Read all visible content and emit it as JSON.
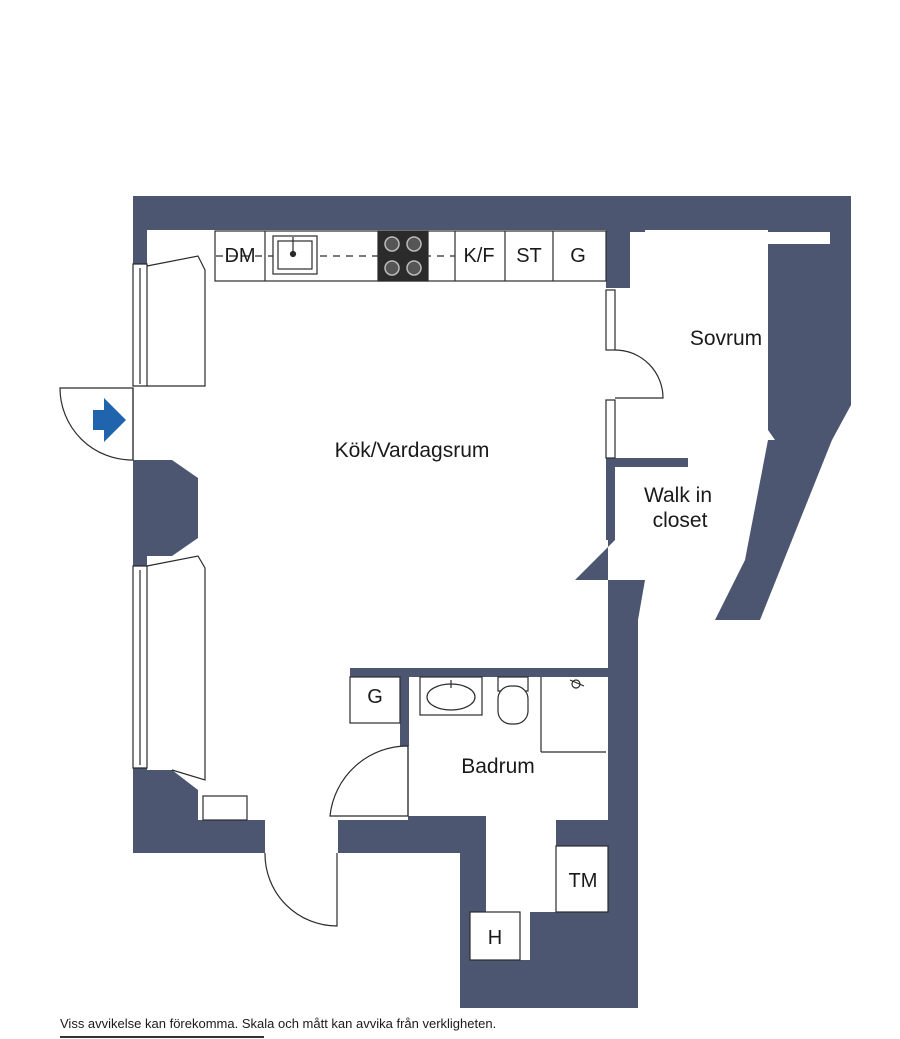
{
  "colors": {
    "wall": "#4d5670",
    "line": "#2b2b2b",
    "entrance_arrow": "#1f64ad",
    "background": "#ffffff"
  },
  "rooms": {
    "living": "Kök/Vardagsrum",
    "bedroom": "Sovrum",
    "closet_line1": "Walk in",
    "closet_line2": "closet",
    "bathroom": "Badrum"
  },
  "fixtures": {
    "dishwasher": "DM",
    "fridge_freezer": "K/F",
    "closet_st": "ST",
    "wardrobe_g_kitchen": "G",
    "wardrobe_g_hall": "G",
    "dryer": "TM",
    "hall_h": "H"
  },
  "icons": {
    "entrance": "entrance-arrow-icon",
    "sink": "sink-icon",
    "stove": "stove-icon",
    "toilet": "toilet-icon",
    "shower": "shower-icon"
  },
  "disclaimer": "Viss avvikelse kan förekomma. Skala och mått kan avvika från verkligheten."
}
